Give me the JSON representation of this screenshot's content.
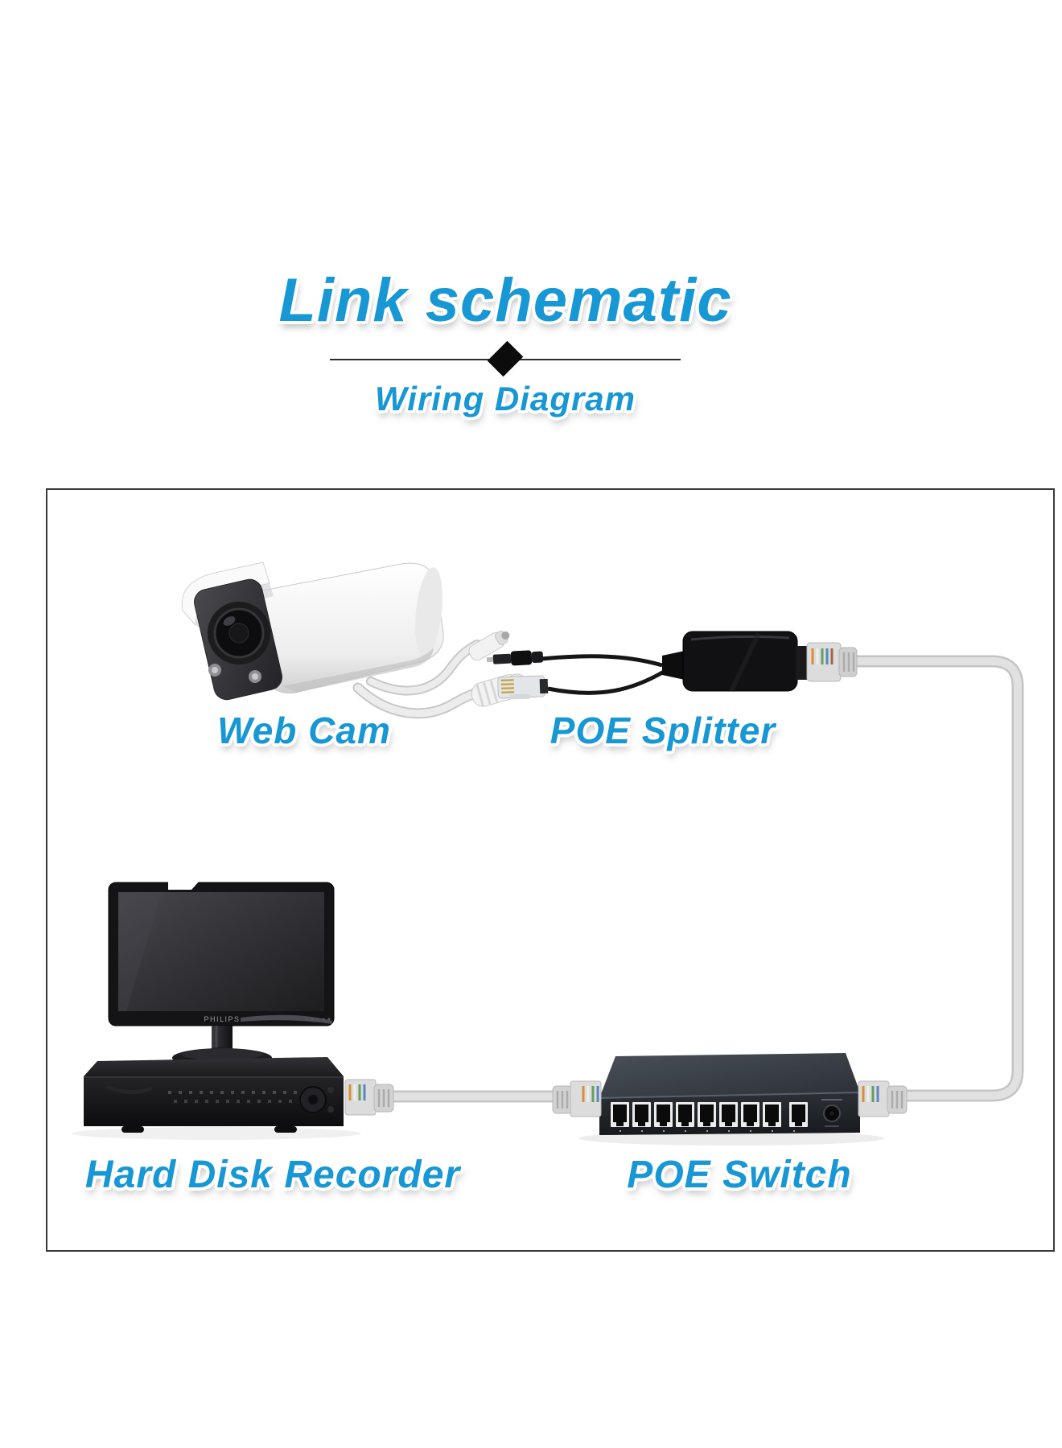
{
  "title": "Link schematic",
  "subtitle": "Wiring Diagram",
  "devices": [
    {
      "id": "webcam",
      "label": "Web Cam"
    },
    {
      "id": "poe-splitter",
      "label": "POE Splitter"
    },
    {
      "id": "hard-disk-recorder",
      "label": "Hard Disk Recorder"
    },
    {
      "id": "poe-switch",
      "label": "POE Switch"
    }
  ],
  "monitor_brand": "PHILIPS",
  "colors": {
    "accent_blue": "#1797d4",
    "frame_border": "#3a3a3a",
    "cable_gray": "#d9d9d9",
    "divider_black": "#0c0c0c"
  }
}
